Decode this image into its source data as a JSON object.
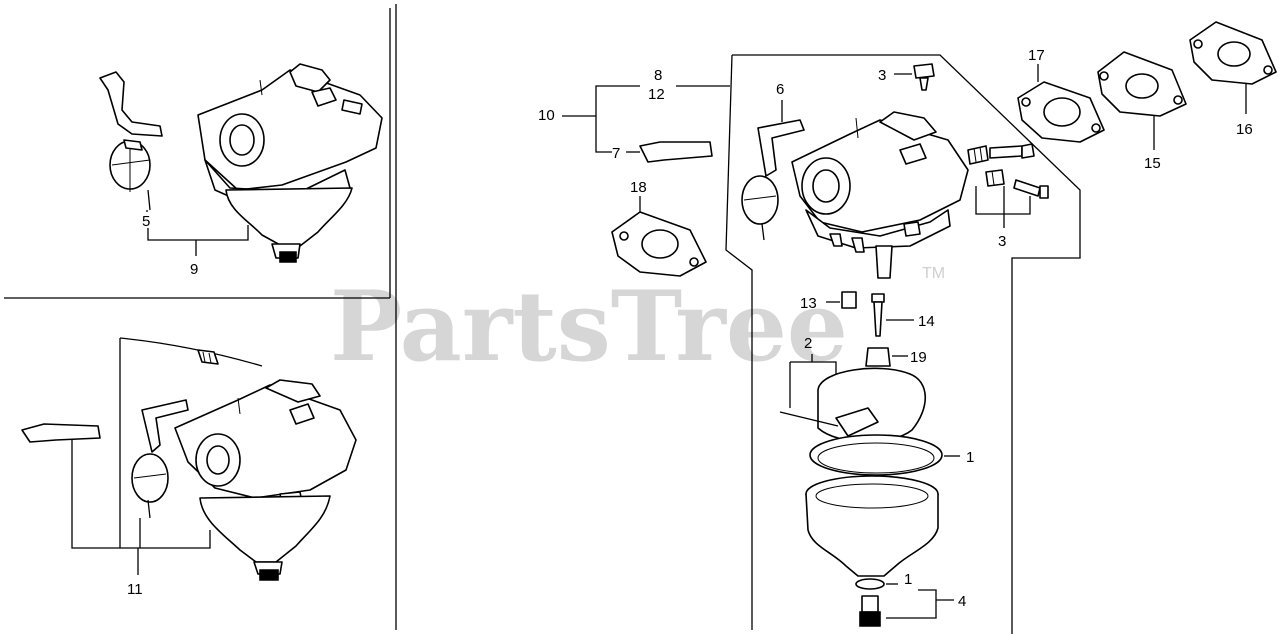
{
  "watermark": {
    "text": "PartsTree",
    "trademark": "TM"
  },
  "labels": {
    "l1a": "1",
    "l1b": "1",
    "l2": "2",
    "l3a": "3",
    "l3b": "3",
    "l4": "4",
    "l5": "5",
    "l6": "6",
    "l7": "7",
    "l8": "8",
    "l9": "9",
    "l10": "10",
    "l11": "11",
    "l12": "12",
    "l13": "13",
    "l14": "14",
    "l15": "15",
    "l16": "16",
    "l17": "17",
    "l18": "18",
    "l19": "19"
  }
}
